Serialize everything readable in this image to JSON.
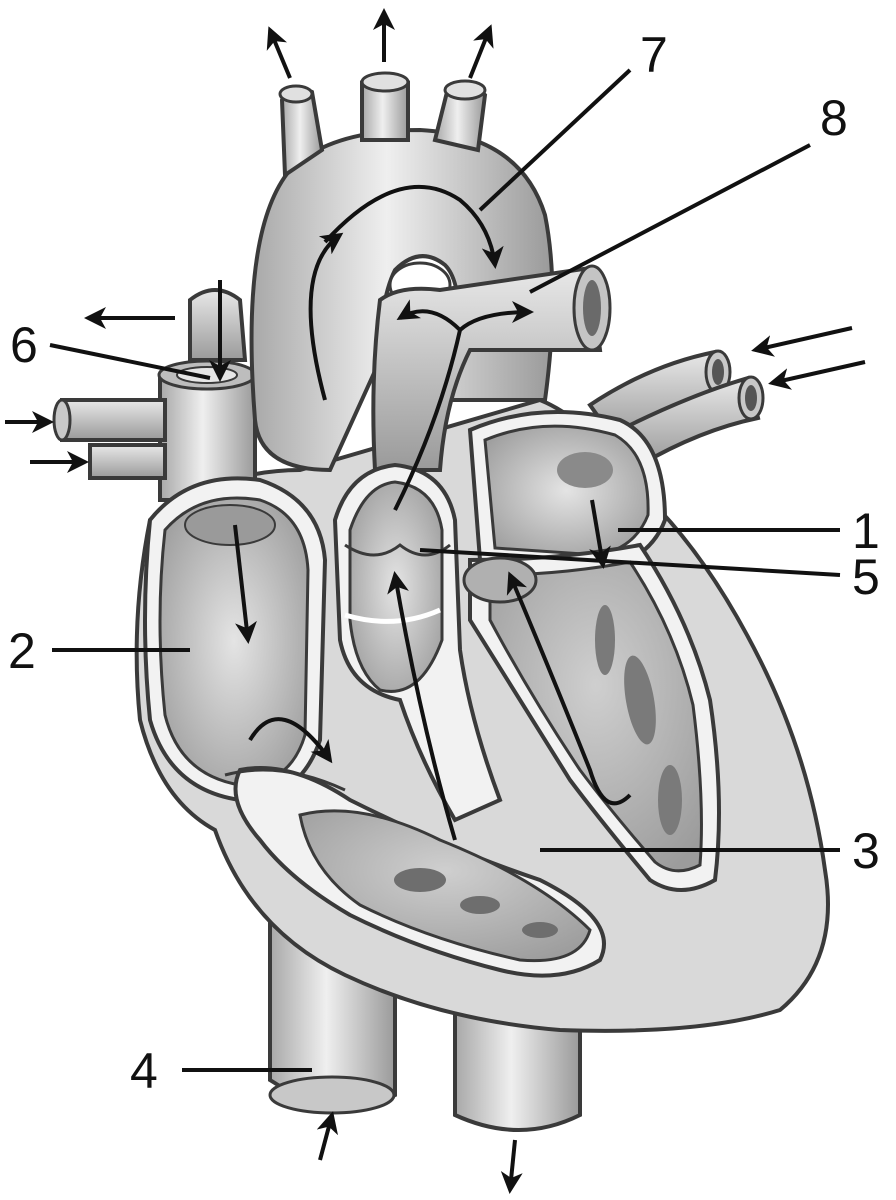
{
  "labels": [
    {
      "id": "label-1",
      "text": "1"
    },
    {
      "id": "label-2",
      "text": "2"
    },
    {
      "id": "label-3",
      "text": "3"
    },
    {
      "id": "label-4",
      "text": "4"
    },
    {
      "id": "label-5",
      "text": "5"
    },
    {
      "id": "label-6",
      "text": "6"
    },
    {
      "id": "label-7",
      "text": "7"
    },
    {
      "id": "label-8",
      "text": "8"
    }
  ],
  "colors": {
    "outline": "#3a3a3a",
    "tissue_light": "#d9d9d9",
    "tissue_mid": "#b8b8b8",
    "tissue_dark": "#8c8c8c",
    "wall": "#f2f2f2",
    "arrow": "#111111"
  }
}
